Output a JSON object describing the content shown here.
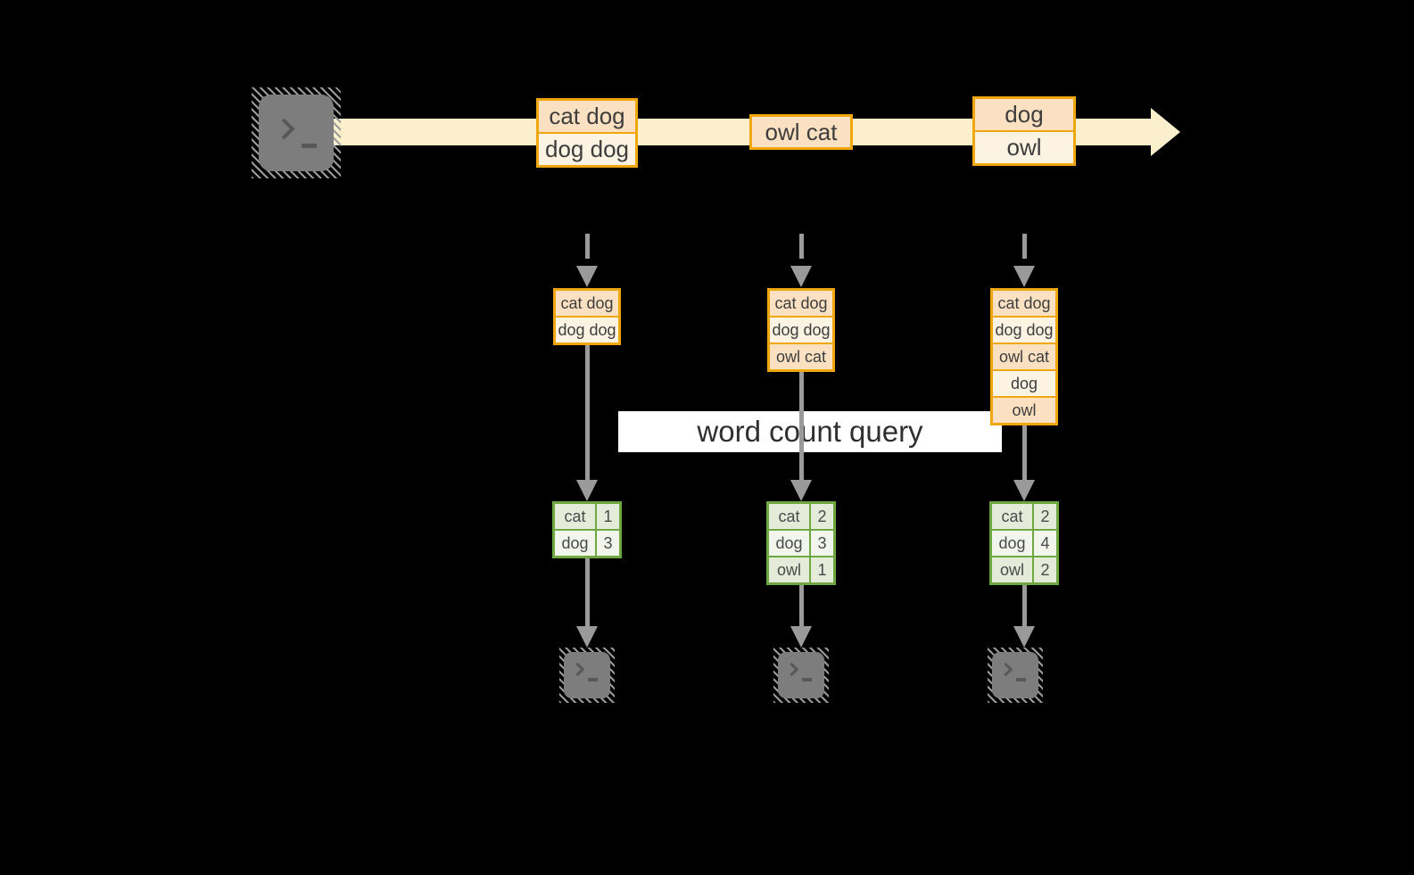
{
  "colors": {
    "background": "#000000",
    "orange_border": "#f0a60d",
    "peach_dark": "#fbe1c2",
    "peach_light": "#fdf3e3",
    "band": "#fcf0cc",
    "green_border": "#6fa843",
    "green_dark": "#e4ebd8",
    "green_light": "#f1f5ec",
    "arrow_gray": "#9a9a9a",
    "terminal_gray": "#7d7d7d",
    "text": "#3d3d3d",
    "banner_bg": "#ffffff",
    "banner_text": "#2f2f2f"
  },
  "banner": {
    "label": "word count query"
  },
  "stream_boxes": [
    {
      "cells": [
        {
          "label": "cat dog"
        },
        {
          "label": "dog dog"
        }
      ]
    },
    {
      "cells": [
        {
          "label": "owl cat"
        }
      ]
    },
    {
      "cells": [
        {
          "label": "dog"
        },
        {
          "label": "owl"
        }
      ]
    }
  ],
  "instances": [
    {
      "buffer": [
        "cat dog",
        "dog dog"
      ],
      "counts": [
        {
          "word": "cat",
          "count": "1"
        },
        {
          "word": "dog",
          "count": "3"
        }
      ]
    },
    {
      "buffer": [
        "cat dog",
        "dog dog",
        "owl cat"
      ],
      "counts": [
        {
          "word": "cat",
          "count": "2"
        },
        {
          "word": "dog",
          "count": "3"
        },
        {
          "word": "owl",
          "count": "1"
        }
      ]
    },
    {
      "buffer": [
        "cat dog",
        "dog dog",
        "owl cat",
        "dog",
        "owl"
      ],
      "counts": [
        {
          "word": "cat",
          "count": "2"
        },
        {
          "word": "dog",
          "count": "4"
        },
        {
          "word": "owl",
          "count": "2"
        }
      ]
    }
  ]
}
